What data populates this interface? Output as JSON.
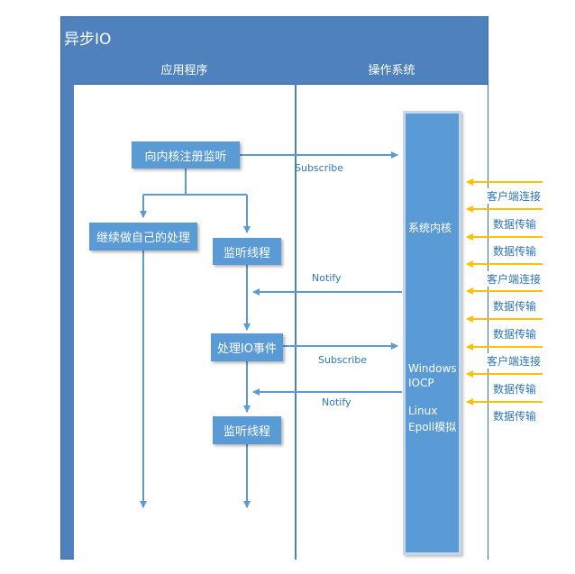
{
  "title": "异步IO",
  "columns": {
    "app": "应用程序",
    "os": "操作系统"
  },
  "boxes": {
    "register": "向内核注册监听",
    "continue": "继续做自己的处理",
    "listen1": "监听线程",
    "handle": "处理IO事件",
    "listen2": "监听线程"
  },
  "kernel": {
    "label": "系统内核",
    "windows_line1": "Windows",
    "windows_line2": "IOCP",
    "linux_line1": "Linux",
    "linux_line2": "Epoll模拟"
  },
  "edge_labels": {
    "subscribe1": "Subscribe",
    "notify1": "Notify",
    "subscribe2": "Subscribe",
    "notify2": "Notify"
  },
  "incoming": [
    "客户端连接",
    "数据传输",
    "数据传输",
    "客户端连接",
    "数据传输",
    "数据传输",
    "客户端连接",
    "数据传输",
    "数据传输"
  ],
  "colors": {
    "frame": "#4f81bd",
    "box": "#5b9bd5",
    "arrow": "#5b9bd5",
    "incoming": "#ffc000",
    "label": "#2e75b6"
  }
}
